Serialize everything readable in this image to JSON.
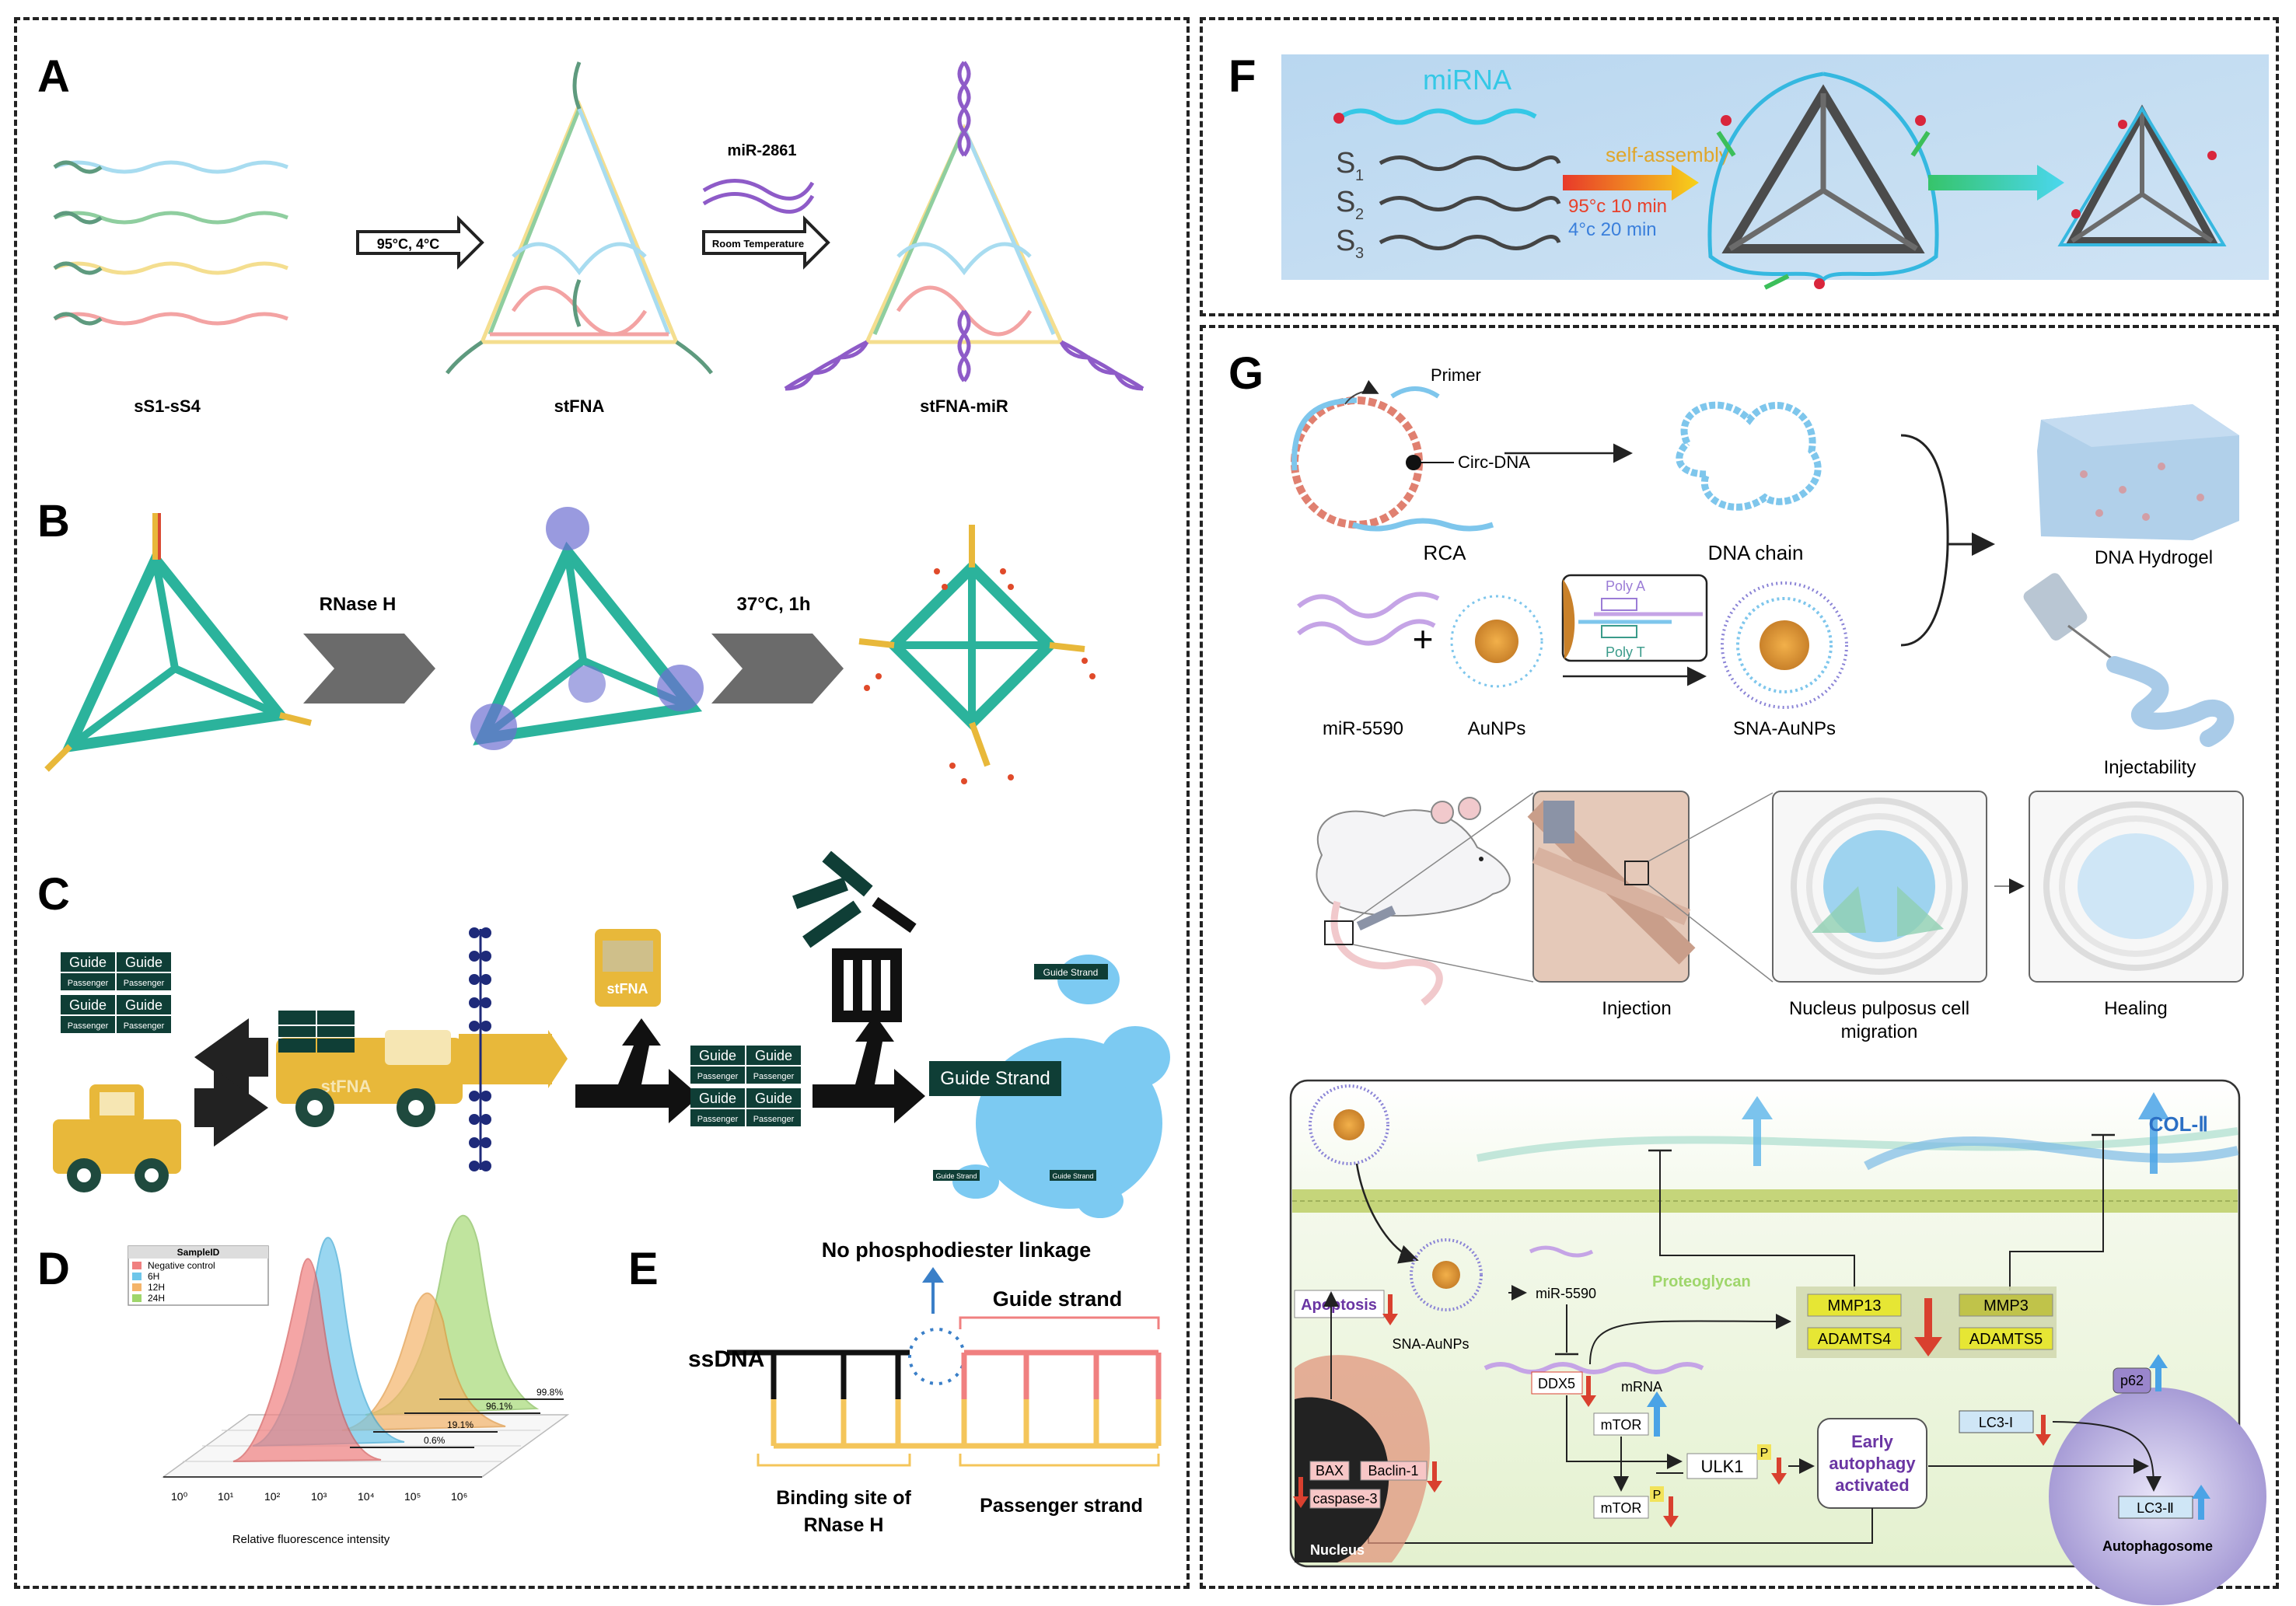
{
  "panels": {
    "A": {
      "letter": "A",
      "arrow1": "95°C, 4°C",
      "mirna_label": "miR-2861",
      "arrow2": "Room Temperature",
      "caption_strands": "sS1-sS4",
      "caption_tfna": "stFNA",
      "caption_complex": "stFNA-miR"
    },
    "B": {
      "letter": "B",
      "arrow1": "RNase H",
      "arrow2": "37°C, 1h"
    },
    "C": {
      "letter": "C",
      "guide": "Guide",
      "passenger": "Passenger",
      "truck_label": "stFNA",
      "big_guide": "Guide Strand",
      "small_guide": "Guide Strand"
    },
    "D": {
      "letter": "D",
      "legend_title": "SampleID",
      "legend_items": [
        {
          "name": "Negative control",
          "color": "#f08080"
        },
        {
          "name": "6H",
          "color": "#6ec6ea"
        },
        {
          "name": "12H",
          "color": "#f4b46a"
        },
        {
          "name": "24H",
          "color": "#9fd66b"
        }
      ],
      "percentages": [
        "99.8%",
        "96.1%",
        "19.1%",
        "0.6%"
      ],
      "xticks": [
        "10⁰",
        "10¹",
        "10²",
        "10³",
        "10⁴",
        "10⁵",
        "10⁶"
      ],
      "xlabel": "Relative fluorescence intensity"
    },
    "E": {
      "letter": "E",
      "top_label": "No phosphodiester linkage",
      "ssdna": "ssDNA",
      "guide_strand": "Guide strand",
      "binding_site_1": "Binding site of",
      "binding_site_2": "RNase H",
      "passenger_strand": "Passenger strand"
    },
    "F": {
      "letter": "F",
      "mirna": "miRNA",
      "s1": "S",
      "s1_sub": "1",
      "s2": "S",
      "s2_sub": "2",
      "s3": "S",
      "s3_sub": "3",
      "self_assembly": "self-assembly",
      "temp1": "95°c 10 min",
      "temp2": "4°c   20 min"
    },
    "G": {
      "letter": "G",
      "primer": "Primer",
      "circ_dna": "Circ-DNA",
      "rca": "RCA",
      "dna_chain": "DNA chain",
      "dna_hydrogel": "DNA Hydrogel",
      "poly_a": "Poly A",
      "poly_t": "Poly T",
      "plus": "+",
      "mir5590": "miR-5590",
      "aunps": "AuNPs",
      "sna_aunps": "SNA-AuNPs",
      "injectability": "Injectability",
      "injection": "Injection",
      "np_cell_1": "Nucleus pulposus cell",
      "np_cell_2": "migration",
      "healing": "Healing",
      "path": {
        "proteoglycan": "Proteoglycan",
        "col2": "COL-Ⅱ",
        "apoptosis": "Apoptosis",
        "sna": "SNA-AuNPs",
        "mir": "miR-5590",
        "mmp13": "MMP13",
        "mmp3": "MMP3",
        "adamts4": "ADAMTS4",
        "adamts5": "ADAMTS5",
        "ddx5": "DDX5",
        "mrna": "mRNA",
        "mtor1": "mTOR",
        "mtor2": "mTOR",
        "ulk1": "ULK1",
        "p": "P",
        "early1": "Early",
        "early2": "autophagy",
        "early3": "activated",
        "lc3i": "LC3-Ⅰ",
        "lc3ii": "LC3-Ⅱ",
        "p62": "p62",
        "bax": "BAX",
        "beclin": "Baclin-1",
        "caspase": "caspase-3",
        "nucleus": "Nucleus",
        "autophagosome": "Autophagosome"
      }
    }
  },
  "colors": {
    "teal": "#2bb39c",
    "green_dna": "#5e9a7e",
    "blue_dna": "#a8dcf0",
    "green_strand": "#8fce9f",
    "yellow_strand": "#f4de8f",
    "pink_strand": "#f3a3a3",
    "purple": "#8e5bc8",
    "truck": "#e8b83a",
    "dark_box": "#0f3e36"
  }
}
